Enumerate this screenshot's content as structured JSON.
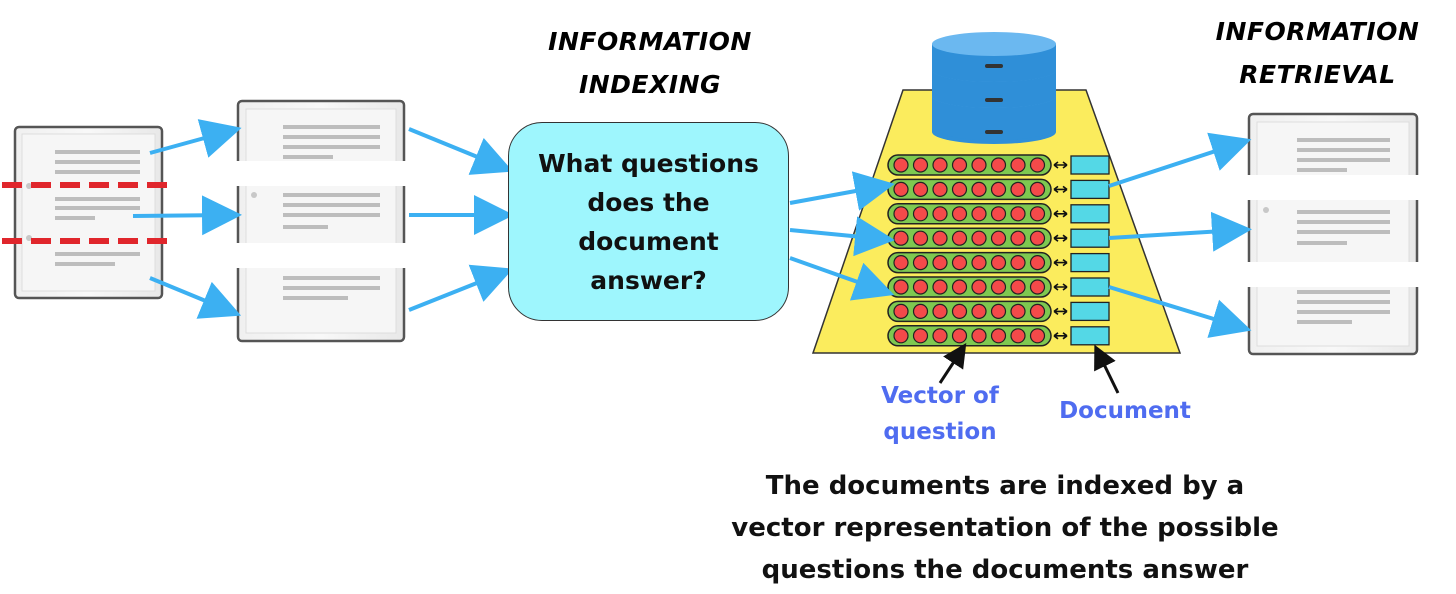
{
  "headings": {
    "indexing_line1": "INFORMATION",
    "indexing_line2": "INDEXING",
    "retrieval_line1": "INFORMATION",
    "retrieval_line2": "RETRIEVAL"
  },
  "question_box": {
    "text": "What questions does the document answer?"
  },
  "labels": {
    "vector_line1": "Vector of",
    "vector_line2": "question",
    "document": "Document"
  },
  "caption": {
    "line1": "The documents are indexed by a",
    "line2": "vector representation of the possible",
    "line3": "questions the documents answer"
  },
  "colors": {
    "arrow": "#3cb0f2",
    "split_line": "#e0262c",
    "box_fill": "#9ef6fd",
    "trapezoid": "#fbec5d",
    "vector_bar": "#7ec850",
    "vector_dot": "#f44a4a",
    "doc_cell": "#54d8e6",
    "database": "#2f8fd8",
    "label_blue": "#4f6cf0"
  },
  "icons": [
    "document-icon",
    "database-icon",
    "double-arrow-icon"
  ]
}
